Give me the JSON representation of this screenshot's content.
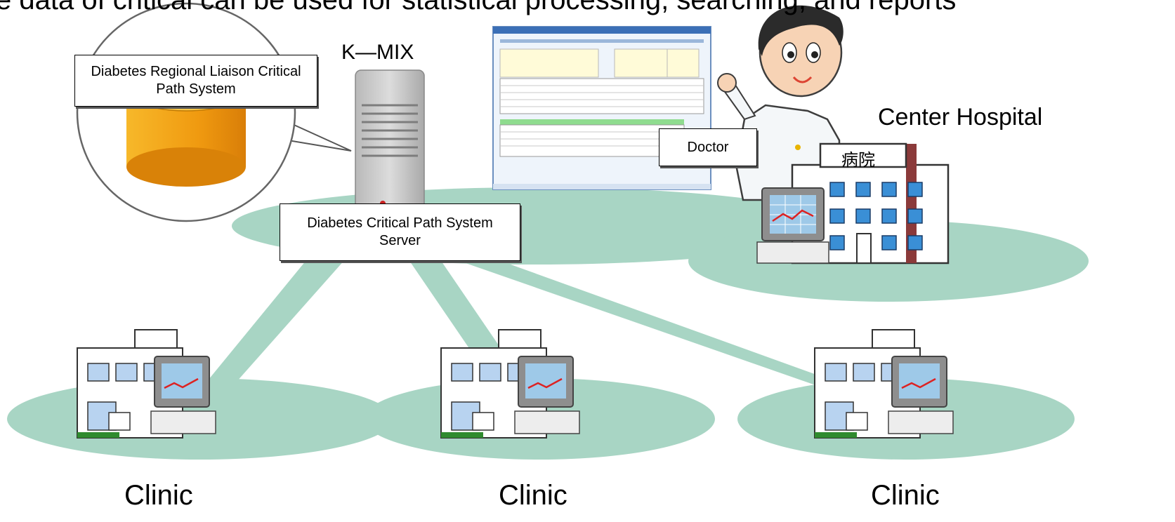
{
  "header": {
    "text": "e data of critical can be used for statistical processing, searching, and reports"
  },
  "server": {
    "name": "K―MIX",
    "callout_label": "Diabetes Regional Liaison Critical Path System",
    "label": "Diabetes Critical Path System Server"
  },
  "center": {
    "label": "Center Hospital",
    "sign": "病院",
    "doctor_label": "Doctor"
  },
  "clinics": [
    {
      "label": "Clinic"
    },
    {
      "label": "Clinic"
    },
    {
      "label": "Clinic"
    }
  ],
  "colors": {
    "network": "#a8d5c4",
    "building_window": "#3a8fd6",
    "monitor_screen": "#9ec9e8",
    "database": "#f2a11a"
  }
}
